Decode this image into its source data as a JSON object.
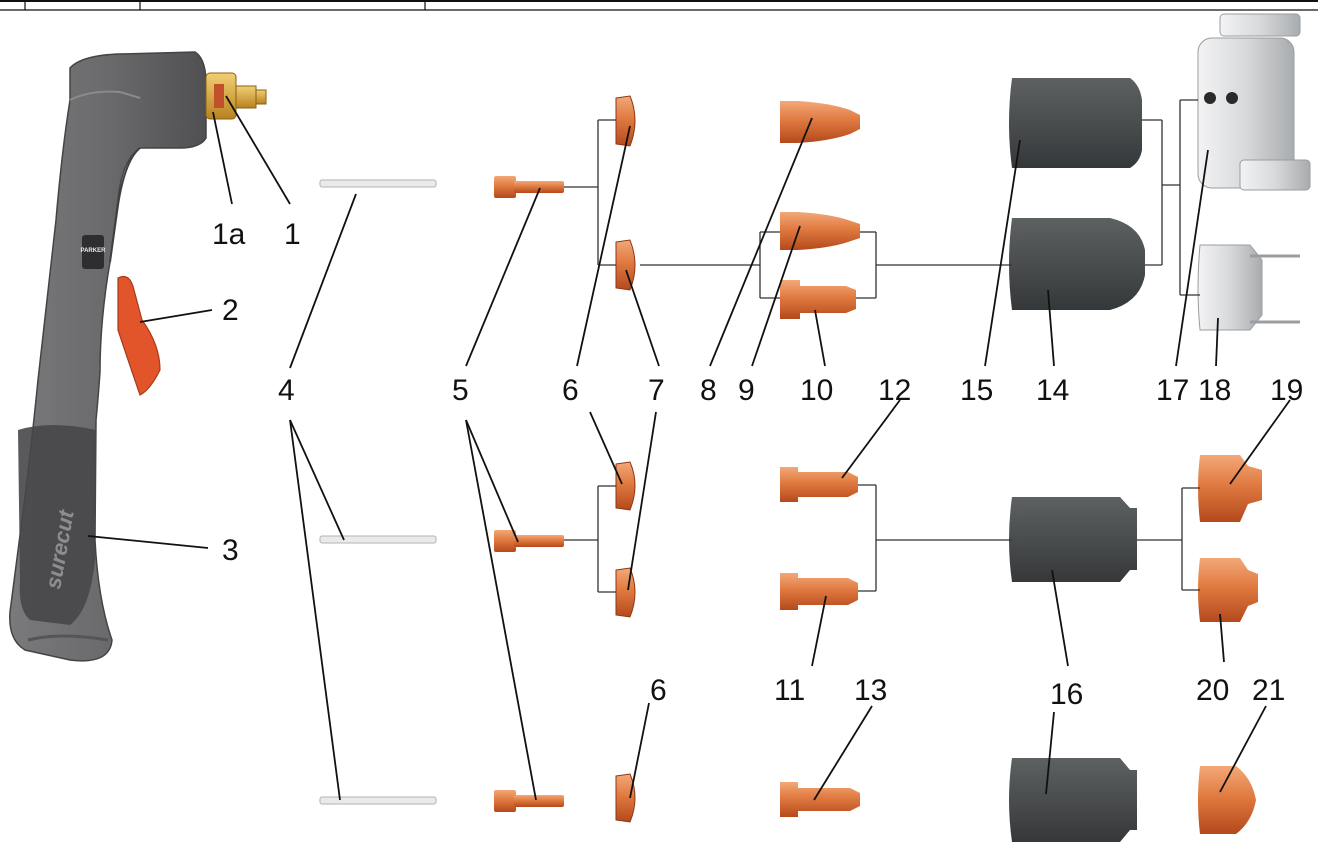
{
  "callouts": {
    "c1a": "1a",
    "c1": "1",
    "c2": "2",
    "c3": "3",
    "c4": "4",
    "c5a": "5",
    "c5b": "5",
    "c6a": "6",
    "c6b": "6",
    "c6c": "6",
    "c7a": "7",
    "c7b": "7",
    "c8": "8",
    "c9": "9",
    "c10": "10",
    "c11": "11",
    "c12": "12",
    "c13": "13",
    "c14": "14",
    "c15": "15",
    "c16": "16",
    "c17": "17",
    "c18": "18",
    "c19": "19",
    "c20": "20",
    "c21": "21"
  },
  "torch": {
    "brand_logo": "PARKER",
    "grip_text": "surecut"
  },
  "colors": {
    "torch_body": "#6a6a6c",
    "trigger": "#e2552b",
    "copper": "#e07a40",
    "copper_dark": "#b4491c",
    "nozzle_cap": "#4a4d4e",
    "shield_silver": "#d7d9db",
    "brass": "#d9a53a"
  }
}
